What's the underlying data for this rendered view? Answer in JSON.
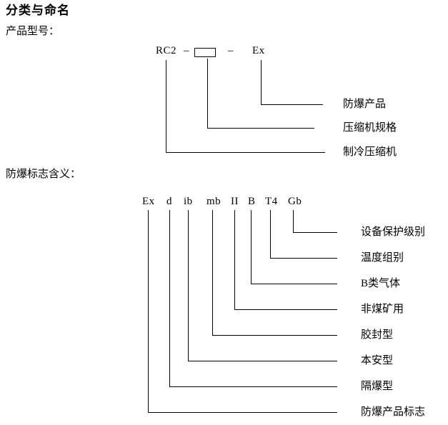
{
  "page": {
    "title": "分类与命名",
    "product_model_label": "产品型号：",
    "ex_mark_label": "防爆标志含义："
  },
  "model": {
    "prefix": "RC2",
    "dash1": "–",
    "dash2": "–",
    "suffix": "Ex",
    "callouts": [
      "防爆产品",
      "压缩机规格",
      "制冷压缩机"
    ]
  },
  "mark": {
    "tokens": [
      "Ex",
      "d",
      "ib",
      "mb",
      "II",
      "B",
      "T4",
      "Gb"
    ],
    "callouts": [
      "设备保护级别",
      "温度组别",
      "B类气体",
      "非煤矿用",
      "胶封型",
      "本安型",
      "隔爆型",
      "防爆产品标志"
    ]
  }
}
